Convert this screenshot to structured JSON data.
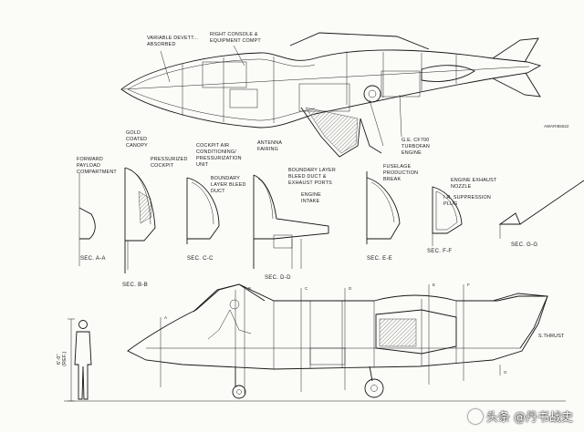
{
  "labels": {
    "top_variable": "VARIABLE DEVETT...",
    "top_absorbed": "ABSORBED",
    "top_right_console": "RIGHT CONSOLE &",
    "top_equipment": "EQUIPMENT COMPT",
    "top_engine_1": "G.E. CF700",
    "top_engine_2": "TURBOFAN",
    "top_engine_3": "ENGINE",
    "top_corner_note": "AWARI55522",
    "forward_payload_1": "FORWARD",
    "forward_payload_2": "PAYLOAD",
    "forward_payload_3": "COMPARTMENT",
    "gold_coated_1": "GOLD",
    "gold_coated_2": "COATED",
    "gold_coated_3": "CANOPY",
    "pressurized_1": "PRESSURIZED",
    "pressurized_2": "COCKPIT",
    "cockpit_air_1": "COCKPIT AIR",
    "cockpit_air_2": "CONDITIONING/",
    "cockpit_air_3": "PRESSURIZATION",
    "cockpit_air_4": "UNIT",
    "antenna_1": "ANTENNA",
    "antenna_2": "FAIRING",
    "boundary_top_1": "BOUNDARY LAYER",
    "boundary_top_2": "BLEED DUCT &",
    "boundary_top_3": "EXHAUST PORTS",
    "boundary_lower_1": "BOUNDARY",
    "boundary_lower_2": "LAYER BLEED",
    "boundary_lower_3": "DUCT",
    "engine_intake_1": "ENGINE",
    "engine_intake_2": "INTAKE",
    "fuselage_1": "FUSELAGE",
    "fuselage_2": "PRODUCTION",
    "fuselage_3": "BREAK",
    "nozzle_1": "ENGINE EXHAUST",
    "nozzle_2": "NOZZLE",
    "suppression_1": "I.R. SUPPRESSION",
    "suppression_2": "PLUG",
    "thrust": "S.THRUST",
    "height_1": "6'-0\"",
    "height_2": "(REF.)",
    "station_a": "A",
    "station_b": "B",
    "station_c": "C",
    "station_d": "D",
    "station_e": "E",
    "station_f": "F",
    "station_g": "G"
  },
  "sections": {
    "a": "SEC. A-A",
    "b": "SEC. B-B",
    "c": "SEC. C-C",
    "d": "SEC. D-D",
    "e": "SEC. E-E",
    "f": "SEC. F-F",
    "g": "SEC. G-G"
  },
  "watermark": {
    "text": "头条 @丹书战史"
  }
}
